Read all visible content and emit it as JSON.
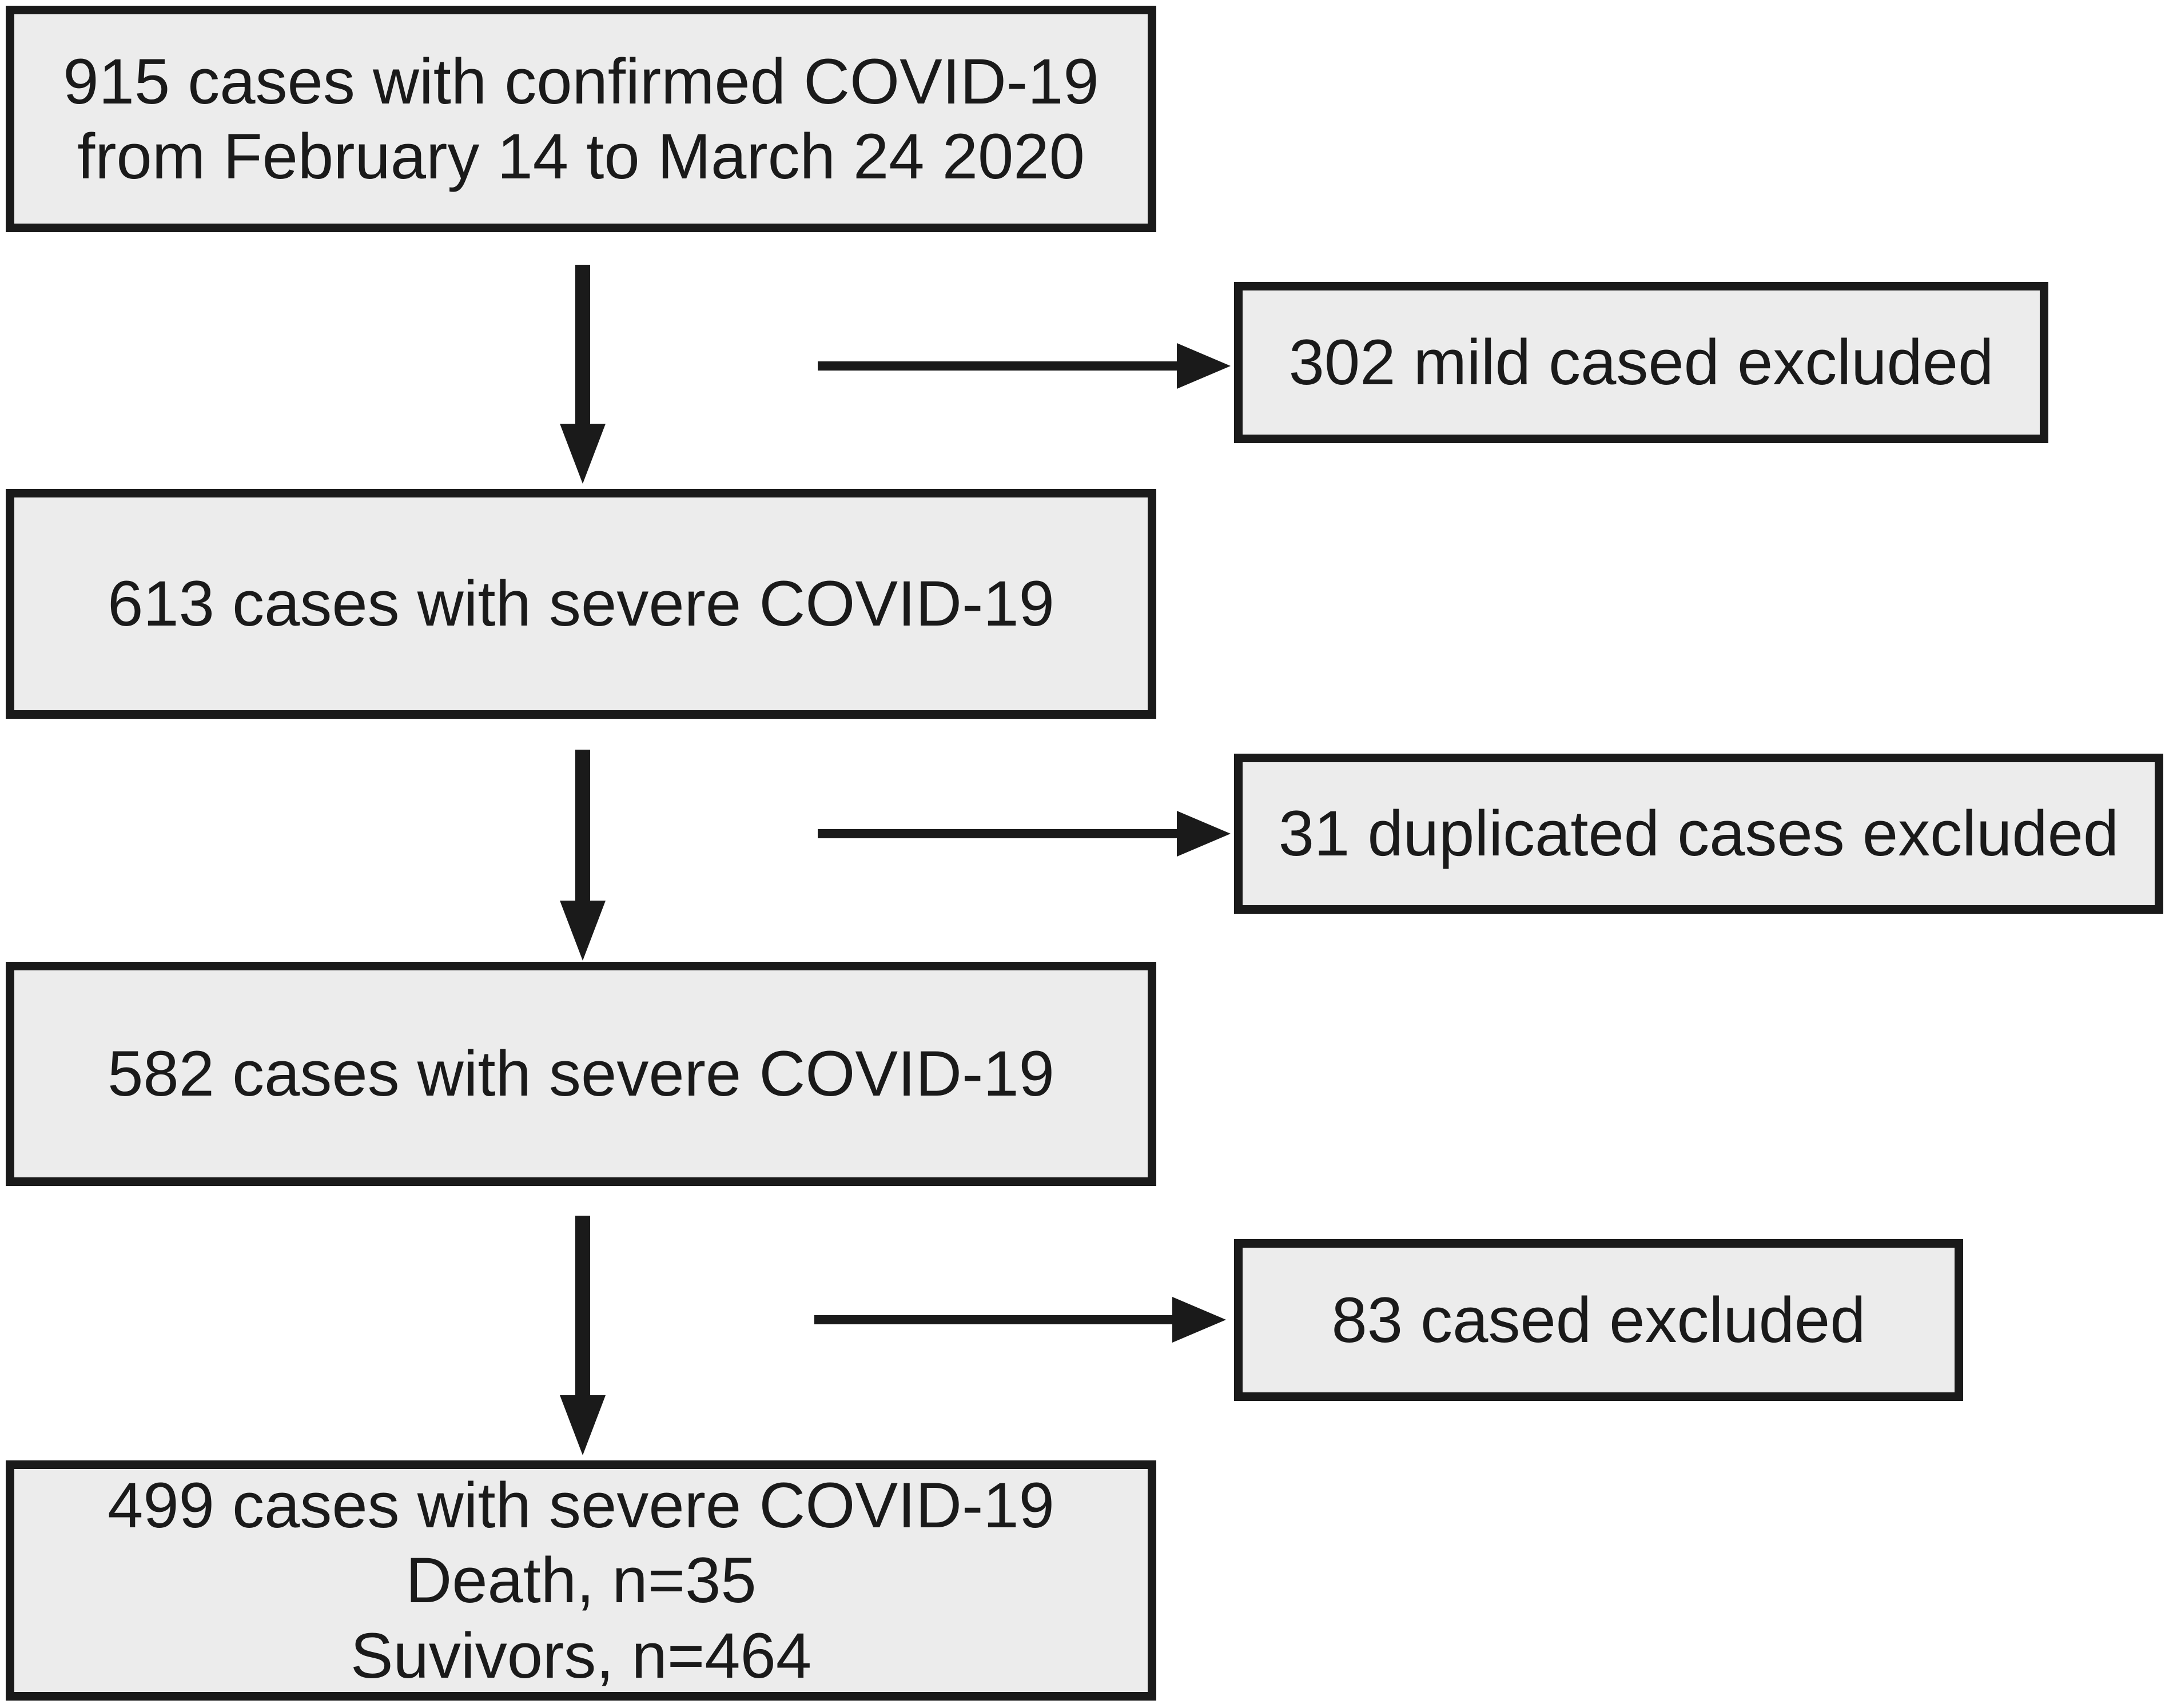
{
  "diagram": {
    "title": "COVID-19 case selection flow diagram",
    "colors": {
      "background": "#ffffff",
      "box_fill": "#ececec",
      "box_border": "#1a1a1a",
      "text": "#1a1a1a",
      "arrow": "#1a1a1a"
    },
    "main_boxes": [
      {
        "id": "confirmed-915",
        "lines": [
          "915 cases with confirmed COVID-19",
          "from February 14 to March 24 2020"
        ]
      },
      {
        "id": "severe-613",
        "lines": [
          "613 cases with severe COVID-19"
        ]
      },
      {
        "id": "severe-582",
        "lines": [
          "582 cases with severe COVID-19"
        ]
      },
      {
        "id": "severe-499",
        "lines": [
          "499 cases with severe COVID-19",
          "Death, n=35",
          "Suvivors, n=464"
        ]
      }
    ],
    "exclusion_boxes": [
      {
        "id": "excluded-302",
        "lines": [
          "302 mild cased excluded"
        ]
      },
      {
        "id": "excluded-31",
        "lines": [
          "31 duplicated cases excluded"
        ]
      },
      {
        "id": "excluded-83",
        "lines": [
          "83 cased excluded"
        ]
      }
    ],
    "edges": [
      {
        "from": "confirmed-915",
        "to": "severe-613",
        "type": "down-arrow"
      },
      {
        "from": "confirmed-915",
        "to": "excluded-302",
        "type": "side-arrow"
      },
      {
        "from": "severe-613",
        "to": "severe-582",
        "type": "down-arrow"
      },
      {
        "from": "severe-613",
        "to": "excluded-31",
        "type": "side-arrow"
      },
      {
        "from": "severe-582",
        "to": "severe-499",
        "type": "down-arrow"
      },
      {
        "from": "severe-582",
        "to": "excluded-83",
        "type": "side-arrow"
      }
    ]
  }
}
